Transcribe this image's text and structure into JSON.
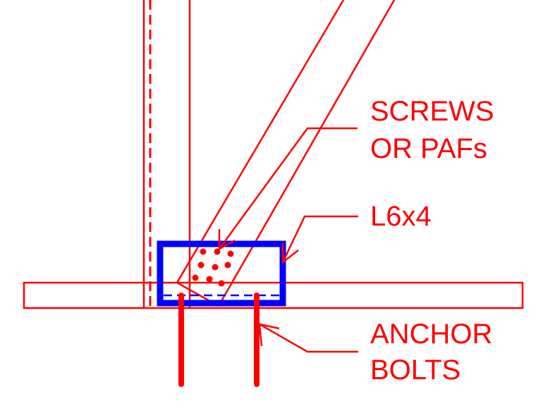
{
  "labels": {
    "screws_line1": "SCREWS",
    "screws_line2": "OR PAFs",
    "angle": "L6x4",
    "anchor_line1": "ANCHOR",
    "anchor_line2": "BOLTS"
  },
  "colors": {
    "detail": "#ff0000",
    "angle_clip": "#0000ff",
    "background": "#ffffff"
  },
  "fastener_count": 9,
  "anchor_bolt_count": 2
}
